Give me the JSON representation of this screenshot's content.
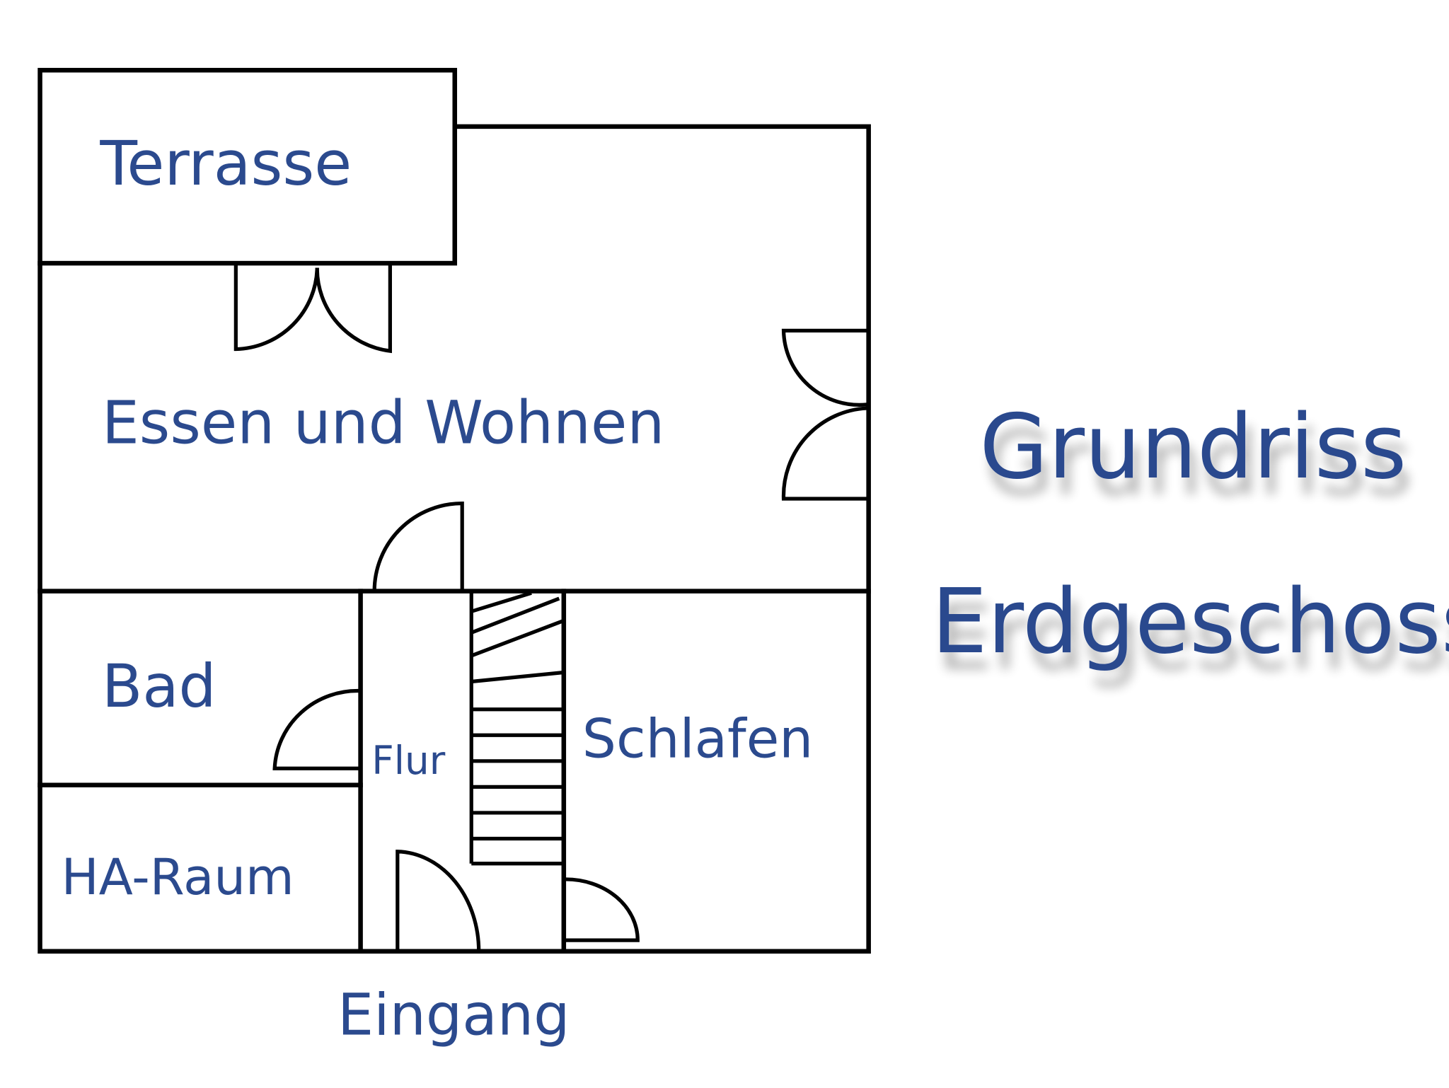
{
  "title": {
    "line1": "Grundriss",
    "line2": "Erdgeschoss"
  },
  "rooms": {
    "terrasse": "Terrasse",
    "essen_wohnen": "Essen und Wohnen",
    "bad": "Bad",
    "ha_raum": "HA-Raum",
    "flur": "Flur",
    "schlafen": "Schlafen",
    "eingang": "Eingang"
  },
  "colors": {
    "label": "#2b4a8e",
    "walls": "#000000"
  }
}
